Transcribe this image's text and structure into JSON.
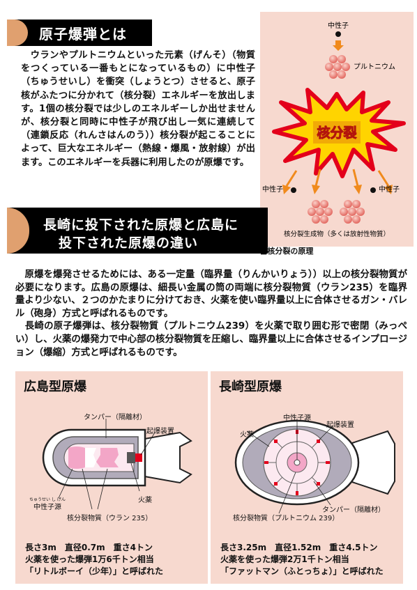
{
  "section1": {
    "heading": "原子爆弾とは",
    "paragraph": "　ウランやプルトニウムといった元素（げんそ）（物質をつくっている一番もとになっているもの）に中性子（ちゅうせいし）を衝突（しょうとつ）させると、原子核がふたつに分かれて（核分裂）エネルギーを放出します。1個の核分裂では少しのエネルギーしか出せませんが、核分裂と同時に中性子が飛び出し一気に連続して（連鎖反応（れんさはんのう））核分裂が起こることによって、巨大なエネルギー（熱線・爆風・放射線）が出ます。このエネルギーを兵器に利用したのが原爆です。"
  },
  "fission_diagram": {
    "neutron_top": "中性子",
    "plutonium": "プルトニウム",
    "burst": "核分裂",
    "neutron_left": "中性子",
    "neutron_right": "中性子",
    "products": "核分裂生成物（多くは放射性物質）",
    "caption": "■核分裂の原理"
  },
  "section2": {
    "heading_line1": "長崎に投下された原爆と広島に",
    "heading_line2": "投下された原爆の違い",
    "paragraph1": "　原爆を爆発させるためには、ある一定量（臨界量（りんかいりょう））以上の核分裂物質が必要になります。広島の原爆は、細長い金属の筒の両端に核分裂物質（ウラン235）を臨界量より少ない、２つのかたまりに分けておき、火薬を使い臨界量以上に合体させるガン・バレル（砲身）方式と呼ばれるものです。",
    "paragraph2": "　長崎の原子爆弾は、核分裂物質（プルトニウム239）を火薬で取り囲む形で密閉（みっぺい）し、火薬の爆発力で中心部の核分裂物質を圧縮し、臨界量以上に合体させるインプロージョン（爆縮）方式と呼ばれるものです。"
  },
  "hiroshima": {
    "title": "広島型原爆",
    "tamper": "タンパー（隔離材）",
    "detonator": "起爆装置",
    "neutron_ruby": "ちゅうせい し げん",
    "neutron_source": "中性子源",
    "explosive": "火薬",
    "fissile": "核分裂物質（ウラン 235）",
    "spec1": "長さ3m　直径0.7m　重さ4トン",
    "spec2": "火薬を使った爆弾1万6千トン相当",
    "spec3": "「リトルボーイ（少年）」と呼ばれた"
  },
  "nagasaki": {
    "title": "長崎型原爆",
    "neutron_source": "中性子源",
    "detonator": "起爆装置",
    "explosive": "火薬",
    "tamper": "タンパー（隔離材）",
    "fissile": "核分裂物質（プルトニウム 239）",
    "spec1": "長さ3.25m　直径1.52m　重さ4.5トン",
    "spec2": "火薬を使った爆弾2万1千トン相当",
    "spec3": "「ファットマン（ふとっちょ）」と呼ばれた"
  },
  "colors": {
    "card_bg": "#f7d9cf",
    "header_bg": "#000000",
    "header_accent": "#e0a06f",
    "burst_yellow": "#ffd400",
    "burst_red": "#e3001b",
    "arrow_orange": "#f08a1c",
    "nucleus": "#e8736b"
  }
}
